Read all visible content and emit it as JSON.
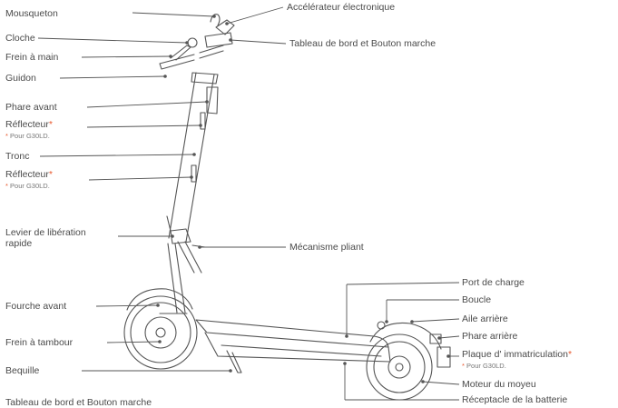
{
  "labels": {
    "mousqueton": "Mousqueton",
    "cloche": "Cloche",
    "frein_main": "Frein à main",
    "guidon": "Guidon",
    "phare_avant": "Phare avant",
    "reflecteur_1": "Réflecteur",
    "reflecteur_1_note": "Pour G30LD.",
    "tronc": "Tronc",
    "reflecteur_2": "Réflecteur",
    "reflecteur_2_note": "Pour G30LD.",
    "levier_line1": "Levier de libération",
    "levier_line2": "rapide",
    "fourche_avant": "Fourche avant",
    "frein_tambour": "Frein à tambour",
    "bequille": "Bequille",
    "bottom_caption": "Tableau de bord et Bouton marche",
    "accelerateur": "Accélérateur électronique",
    "tableau_bord": "Tableau de bord et Bouton marche",
    "mecanisme_pliant": "Mécanisme pliant",
    "port_charge": "Port de charge",
    "boucle": "Boucle",
    "aile_arriere": "Aile arrière",
    "phare_arriere": "Phare arrière",
    "plaque": "Plaque d' immatriculation",
    "plaque_note": "Pour G30LD.",
    "moteur": "Moteur du moyeu",
    "receptacle": "Réceptacle de la batterie"
  },
  "marks": {
    "asterisk": "*"
  },
  "colors": {
    "line": "#555555",
    "accent": "#e8582e",
    "text": "#4a4a4a"
  }
}
